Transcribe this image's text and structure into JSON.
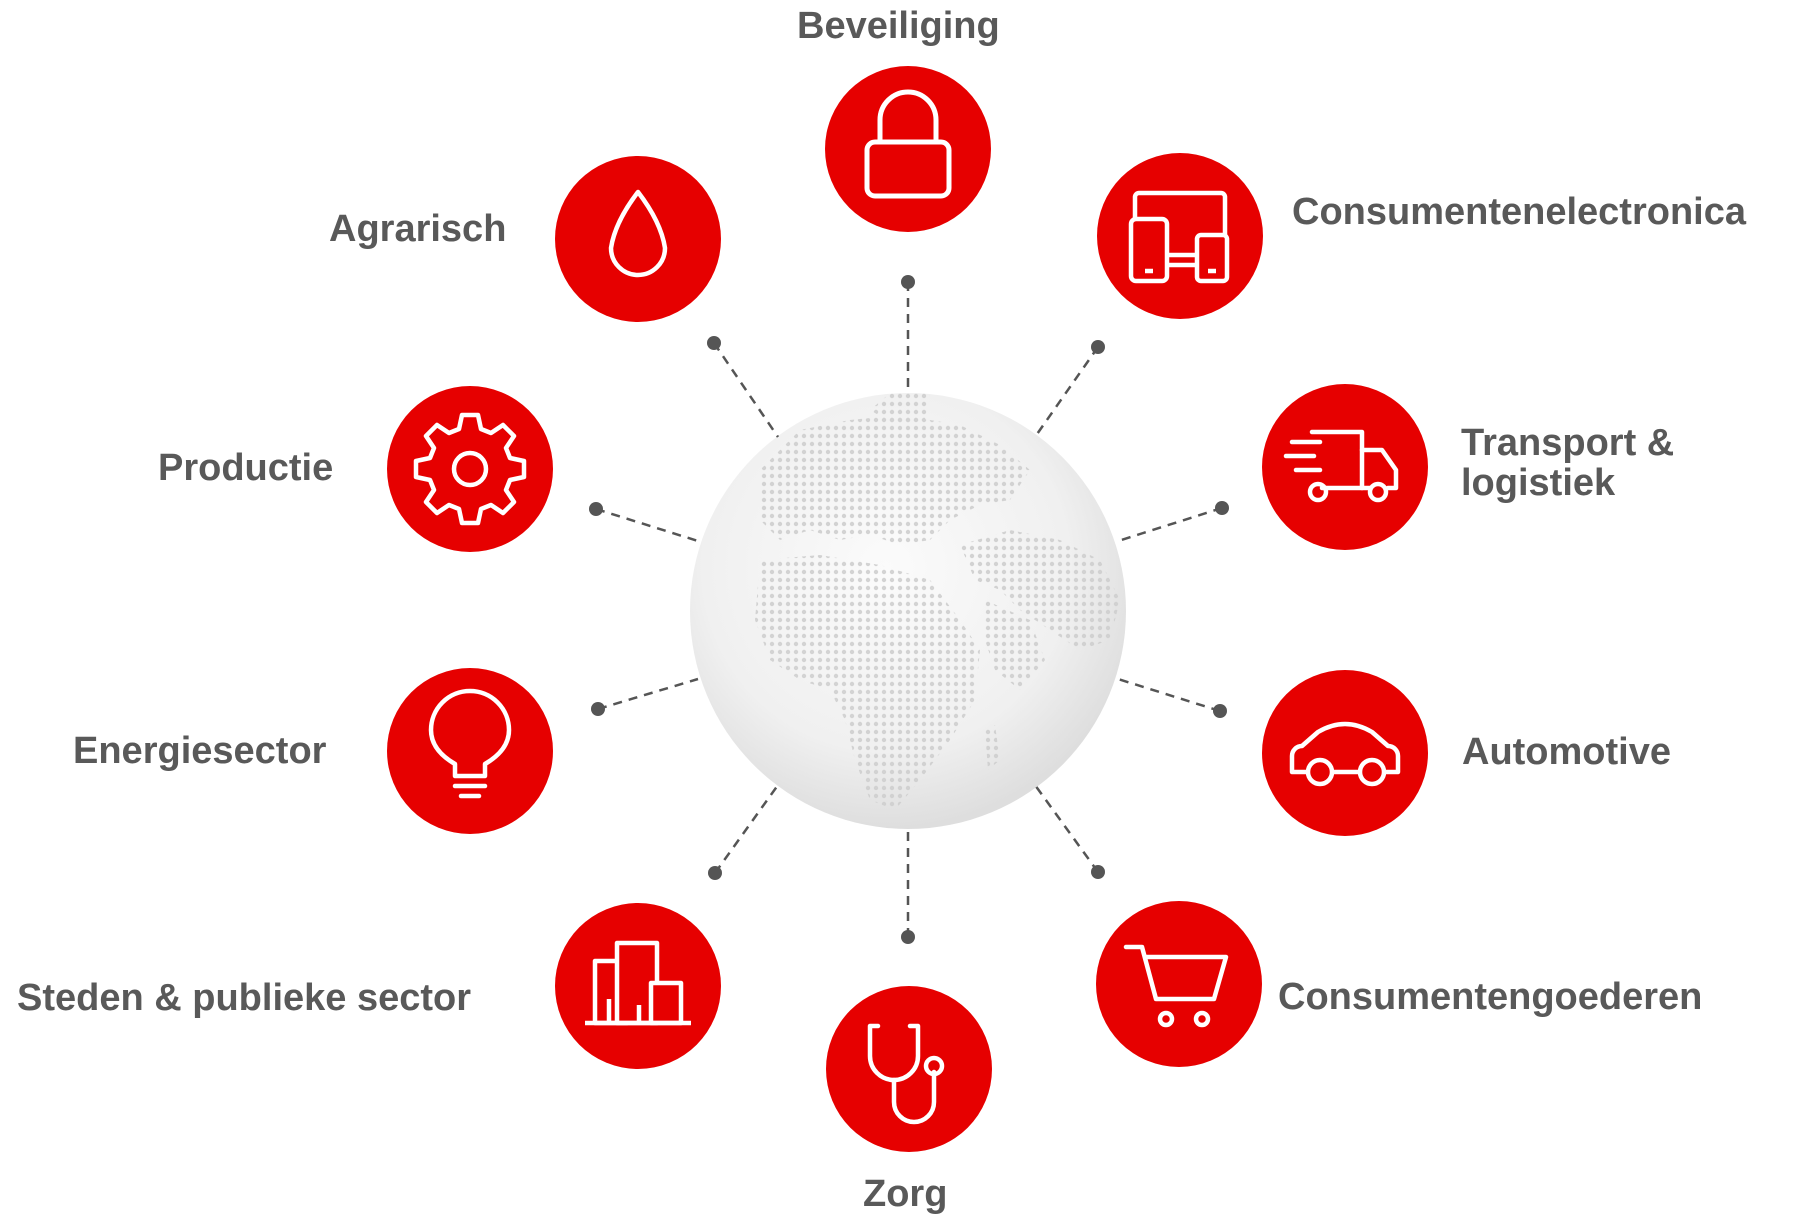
{
  "colors": {
    "accent": "#e60000",
    "text": "#595959",
    "connector": "#555555",
    "globe": "#e8e8e8"
  },
  "center": {
    "name": "globe-icon"
  },
  "sectors": [
    {
      "label": "Beveiliging",
      "icon": "lock-icon"
    },
    {
      "label": "Consumentenelectronica",
      "icon": "devices-icon"
    },
    {
      "label": "Transport & logistiek",
      "icon": "delivery-truck-icon"
    },
    {
      "label": "Automotive",
      "icon": "car-icon"
    },
    {
      "label": "Consumentengoederen",
      "icon": "shopping-cart-icon"
    },
    {
      "label": "Zorg",
      "icon": "stethoscope-icon"
    },
    {
      "label": "Steden & publieke sector",
      "icon": "city-buildings-icon"
    },
    {
      "label": "Energiesector",
      "icon": "lightbulb-icon"
    },
    {
      "label": "Productie",
      "icon": "gear-icon"
    },
    {
      "label": "Agrarisch",
      "icon": "water-drop-icon"
    }
  ]
}
